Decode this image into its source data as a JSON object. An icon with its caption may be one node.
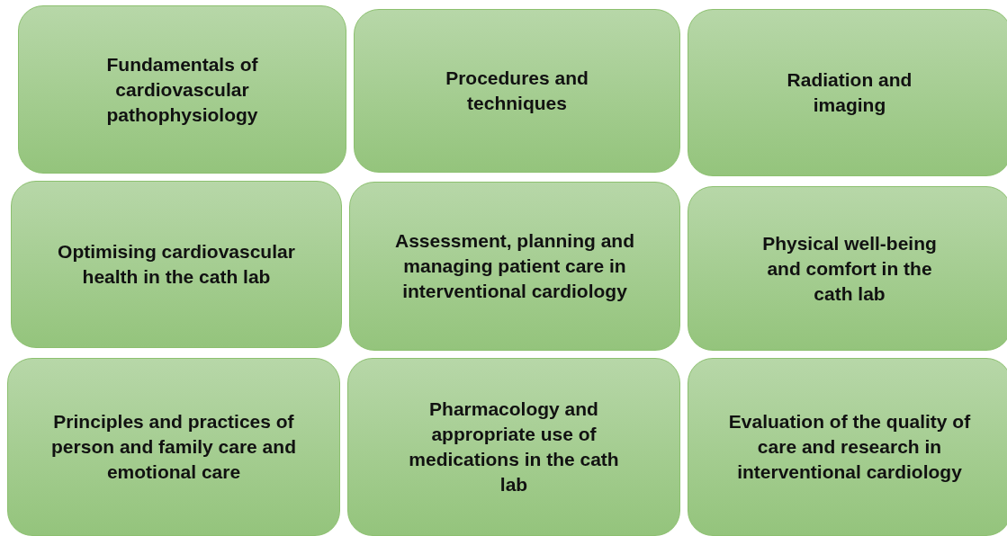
{
  "diagram": {
    "nodes": [
      {
        "text": [
          "Fundamentals of cardiovascular pathophysiology"
        ]
      },
      {
        "text": [
          "Procedures and techniques"
        ]
      },
      {
        "text": [
          "Radiation and imaging"
        ]
      },
      {
        "text": [
          "Optimising cardiovascular health in the cath lab"
        ]
      },
      {
        "text": [
          "Assessment, planning and managing patient care in interventional cardiology"
        ]
      },
      {
        "text": [
          "Physical well-being and comfort in the cath lab"
        ]
      },
      {
        "text": [
          "Principles and practices of person and family care and emotional care"
        ]
      },
      {
        "text": [
          "Pharmacology and appropriate use of medications in the cath lab"
        ]
      },
      {
        "text": [
          "Evaluation of the quality of care and research in interventional cardiology"
        ]
      }
    ]
  }
}
